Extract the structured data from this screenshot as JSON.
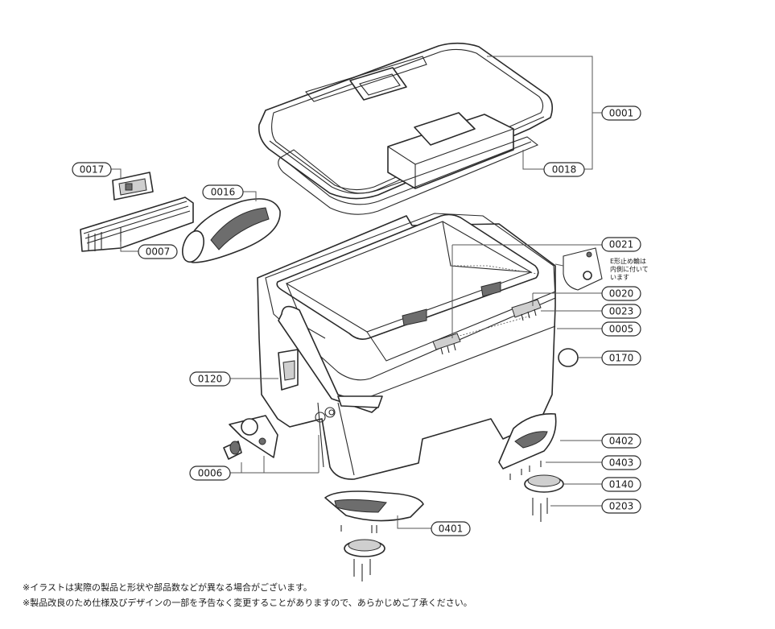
{
  "parts": {
    "p0001": "0001",
    "p0018": "0018",
    "p0017": "0017",
    "p0016": "0016",
    "p0007": "0007",
    "p0021": "0021",
    "p0020": "0020",
    "p0023": "0023",
    "p0005": "0005",
    "p0170": "0170",
    "p0120": "0120",
    "p0006": "0006",
    "p0402": "0402",
    "p0403": "0403",
    "p0140": "0140",
    "p0203": "0203",
    "p0401": "0401"
  },
  "inset_note": [
    "E形止め輪は",
    "内側に付いて",
    "います"
  ],
  "footnotes": [
    "※イラストは実際の製品と形状や部品数などが異なる場合がございます。",
    "※製品改良のため仕様及びデザインの一部を予告なく変更することがありますので、あらかじめご了承ください。"
  ]
}
